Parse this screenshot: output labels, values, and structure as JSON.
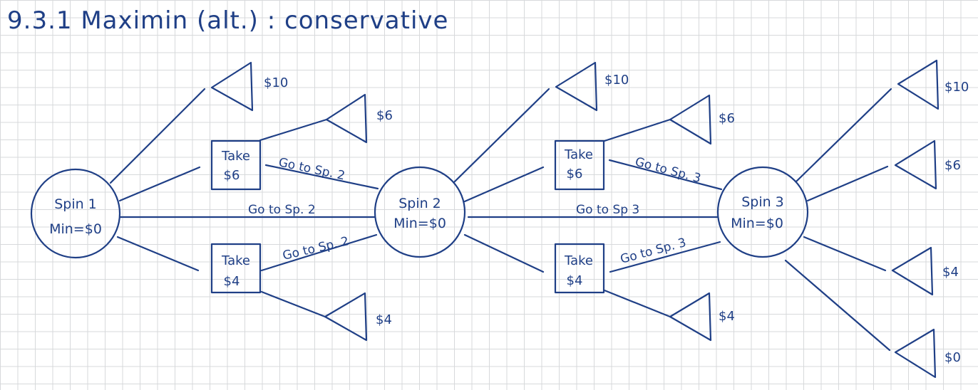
{
  "title": "9.3.1  Maximin (alt.) : conservative",
  "spins": [
    {
      "name": "Spin 1",
      "min": "Min=$0"
    },
    {
      "name": "Spin 2",
      "min": "Min=$0"
    },
    {
      "name": "Spin 3",
      "min": "Min=$0"
    }
  ],
  "boxes": [
    {
      "line1": "Take",
      "line2": "$6"
    },
    {
      "line1": "Take",
      "line2": "$4"
    },
    {
      "line1": "Take",
      "line2": "$6"
    },
    {
      "line1": "Take",
      "line2": "$4"
    }
  ],
  "edge_labels": [
    "Go to Sp. 2",
    "Go to Sp. 2",
    "Go to Sp. 2",
    "Go to Sp. 3",
    "Go to Sp 3",
    "Go to Sp. 3"
  ],
  "payoffs": [
    "$10",
    "$6",
    "$4",
    "$10",
    "$6",
    "$4",
    "$10",
    "$6",
    "$4",
    "$0"
  ],
  "colors": {
    "ink": "#1f3f86",
    "grid": "#d7d9db",
    "paper": "#ffffff"
  }
}
